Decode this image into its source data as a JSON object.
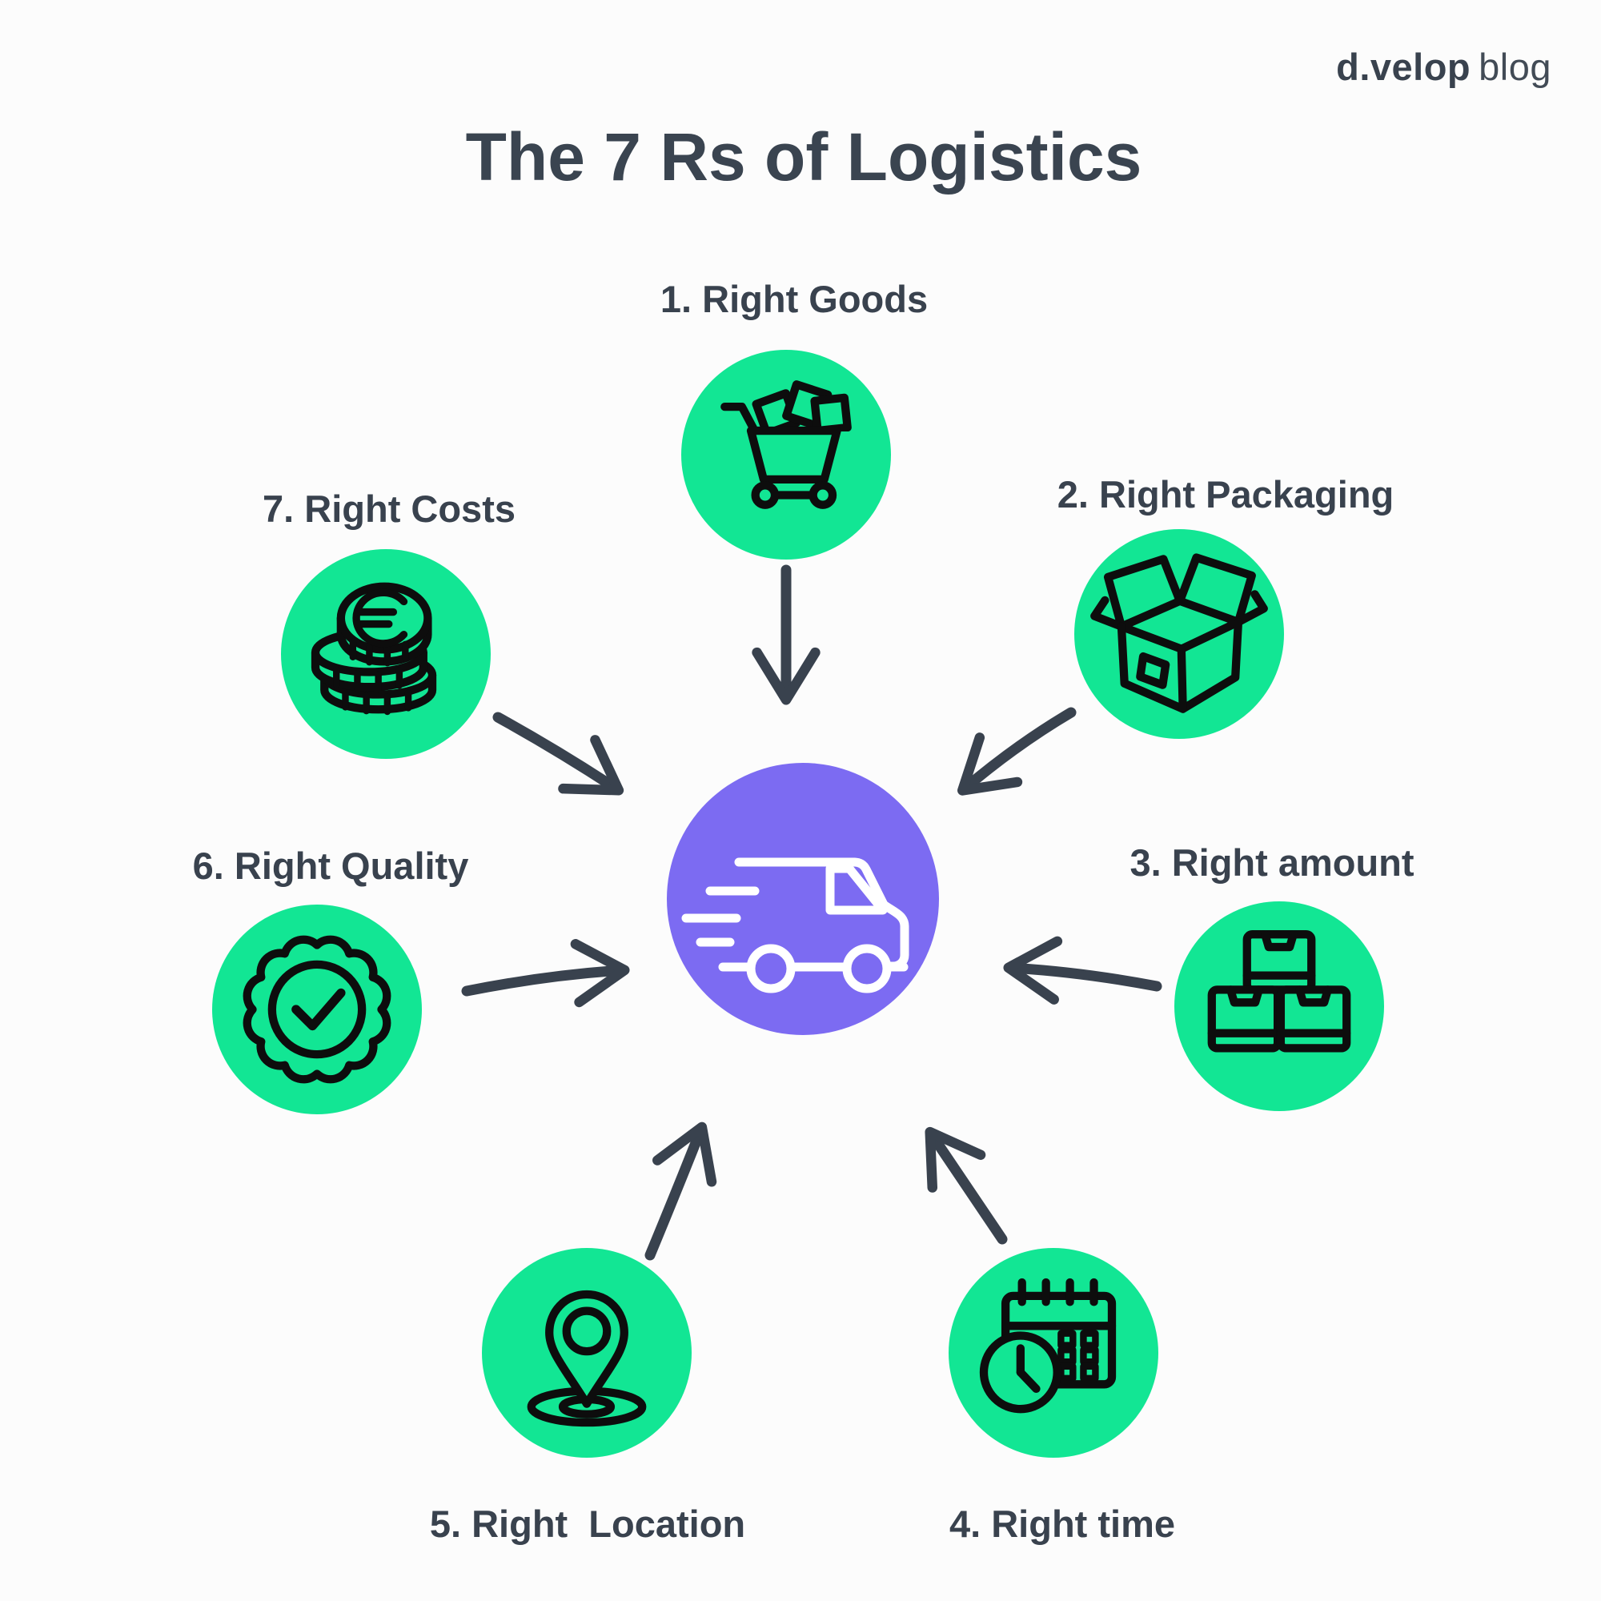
{
  "header": {
    "logo_bold": "d.velop",
    "logo_suffix": "blog"
  },
  "title": "The 7 Rs of Logistics",
  "colors": {
    "node_green": "#12E694",
    "center_purple": "#7C6BF2",
    "text_dark": "#39424E",
    "icon_stroke": "#0D0D0D",
    "truck_stroke": "#FFFFFF",
    "background": "#FCFCFC"
  },
  "center": {
    "icon": "delivery-truck-icon"
  },
  "nodes": [
    {
      "label": "1. Right Goods",
      "icon": "shopping-cart-icon",
      "position": "top"
    },
    {
      "label": "2. Right Packaging",
      "icon": "open-box-icon",
      "position": "upper-right"
    },
    {
      "label": "3. Right amount",
      "icon": "stacked-boxes-icon",
      "position": "right"
    },
    {
      "label": "4. Right time",
      "icon": "calendar-clock-icon",
      "position": "lower-right"
    },
    {
      "label": "5. Right  Location",
      "icon": "location-pin-icon",
      "position": "lower-left"
    },
    {
      "label": "6. Right Quality",
      "icon": "quality-badge-icon",
      "position": "left"
    },
    {
      "label": "7. Right Costs",
      "icon": "euro-coins-icon",
      "position": "upper-left"
    }
  ]
}
